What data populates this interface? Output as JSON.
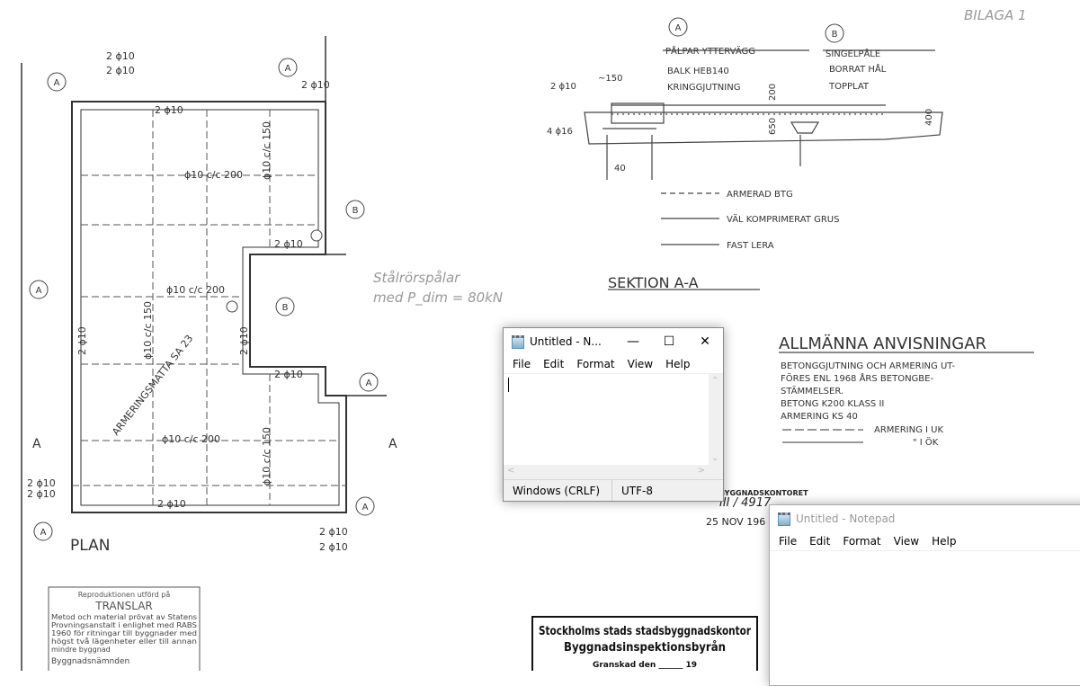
{
  "drawing": {
    "annex": "BILAGA 1",
    "plan_title": "PLAN",
    "section_title": "SEKTION A-A",
    "section_marker": "A",
    "pile_a": "A",
    "pile_b": "B",
    "rebar_2phi10": "2 ϕ10",
    "rebar_4phi16": "4 ϕ16",
    "rebar_phi10_200": "ϕ10   c/c 200",
    "rebar_phi10_150": "ϕ10 c/c 150",
    "mesh": "ARMERINGSMATTA SA 23",
    "pile_note_1": "Stålrörspålar",
    "pile_note_2": "med P_dim = 80kN",
    "section_labels": {
      "a_title": "PÅLPAR YTTERVÄGG",
      "a_line2": "BALK HEB140",
      "a_line3": "KRINGGJUTNING",
      "b_title": "SINGELPÅLE",
      "b_line2": "BORRAT HÅL",
      "b_line3": "TOPPLAT",
      "dim_150": "~150",
      "dim_200": "200",
      "dim_650": "650",
      "dim_400": "400",
      "dim_40": "40"
    },
    "legend": [
      "ARMERAD BTG",
      "VÄL KOMPRIMERAT GRUS",
      "FAST LERA"
    ],
    "general": {
      "title": "ALLMÄNNA ANVISNINGAR",
      "lines": [
        "BETONGGJUTNING OCH ARMERING UT-",
        "FÖRES ENL 1968 ÅRS BETONGBE-",
        "STÄMMELSER.",
        "BETONG K200 KLASS II",
        "ARMERING KS 40"
      ],
      "arm_uk": "ARMERING  I UK",
      "arm_ok": "\"        I ÖK"
    },
    "translar": {
      "line1": "Reproduktionen utförd på",
      "brand": "TRANSLAR",
      "lines": [
        "Metod och material prövat av Statens",
        "Provningsanstalt i enlighet med RABS",
        "1960 för ritningar till byggnader med",
        "högst två lägenheter eller till annan",
        "mindre byggnad",
        "Byggnadsnämnden"
      ]
    },
    "stamp": {
      "office": "BYGGNADSKONTORET",
      "date": "25 NOV 196",
      "ref": "III / 4917",
      "city_1": "Stockholms stads stadsbyggnadskontor",
      "city_2": "Byggnadsinspektionsbyrån",
      "city_3": "Granskad den ______ 19"
    }
  },
  "notepad_front": {
    "title": "Untitled - N...",
    "minimize": "—",
    "maximize": "☐",
    "close": "✕",
    "menu": [
      "File",
      "Edit",
      "Format",
      "View",
      "Help"
    ],
    "content": "",
    "status_eol": "Windows (CRLF)",
    "status_encoding": "UTF-8"
  },
  "notepad_back": {
    "title": "Untitled - Notepad",
    "menu": [
      "File",
      "Edit",
      "Format",
      "View",
      "Help"
    ],
    "content": ""
  }
}
